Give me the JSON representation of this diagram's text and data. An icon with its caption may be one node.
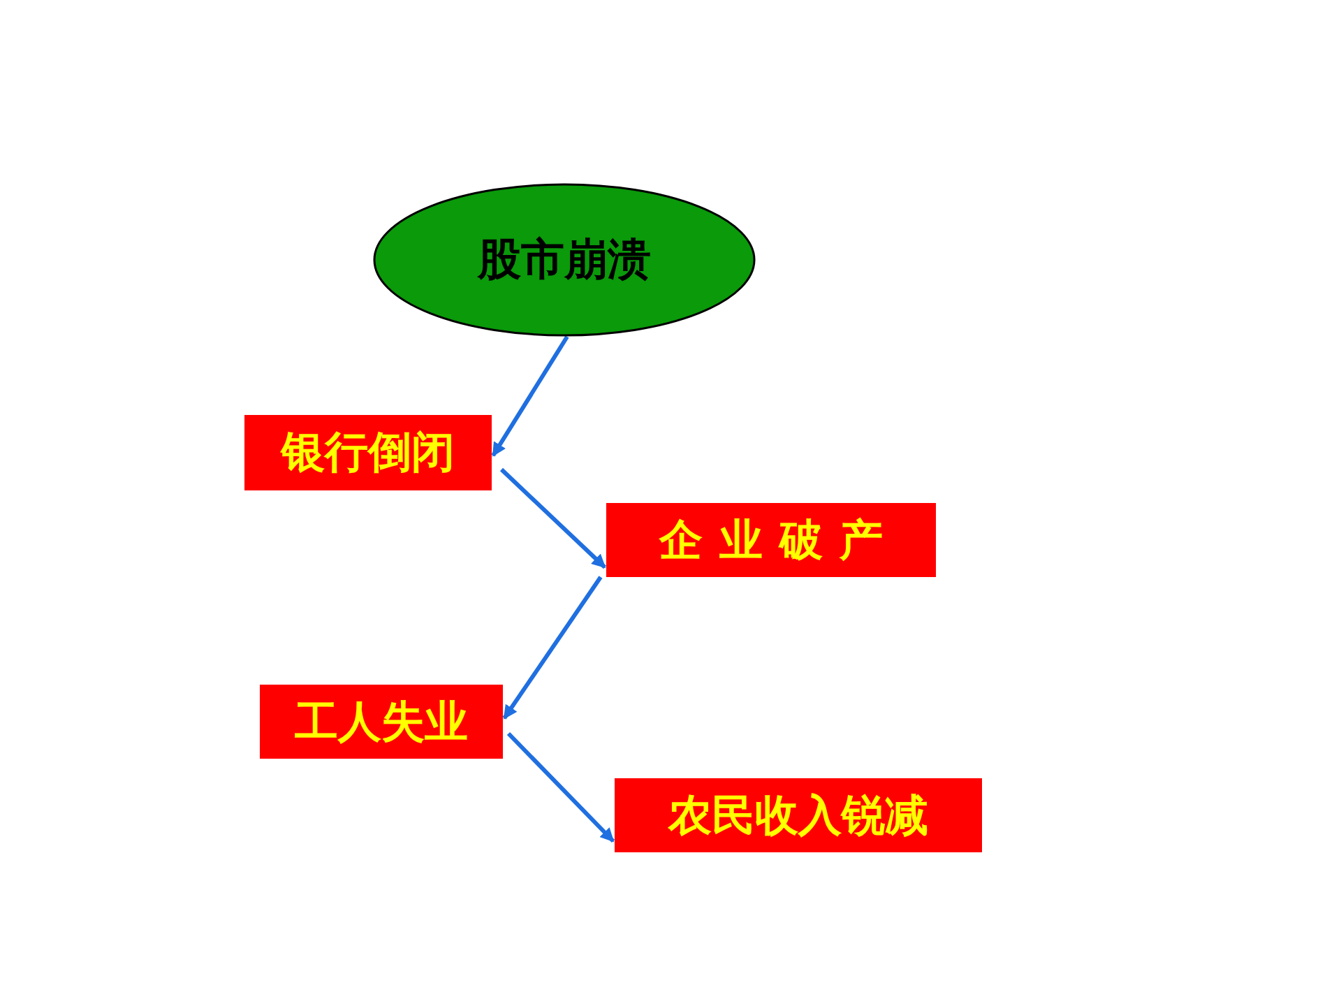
{
  "diagram": {
    "nodes": [
      {
        "text": [
          "股市崩溃"
        ]
      },
      {
        "text": [
          "银行倒闭"
        ]
      },
      {
        "text": [
          "企业破产"
        ]
      },
      {
        "text": [
          "工人失业"
        ]
      },
      {
        "text": [
          "农民收入锐减"
        ]
      }
    ],
    "edges": [
      {
        "from": 0,
        "to": 1,
        "arrow": "to"
      },
      {
        "from": 1,
        "to": 2,
        "arrow": "to"
      },
      {
        "from": 2,
        "to": 3,
        "arrow": "to"
      },
      {
        "from": 3,
        "to": 4,
        "arrow": "to"
      }
    ]
  }
}
